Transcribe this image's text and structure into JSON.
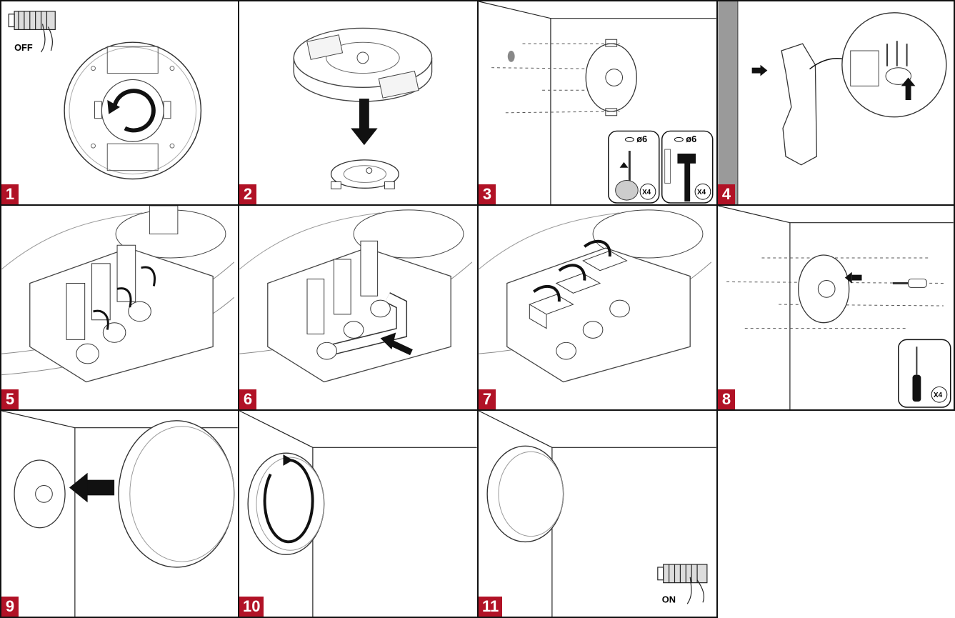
{
  "steps": [
    {
      "number": "1",
      "label": "OFF"
    },
    {
      "number": "2"
    },
    {
      "number": "3",
      "drill_size": "ø6",
      "anchor_size": "ø6",
      "drill_qty": "X4",
      "anchor_qty": "X4"
    },
    {
      "number": "4"
    },
    {
      "number": "5"
    },
    {
      "number": "6"
    },
    {
      "number": "7"
    },
    {
      "number": "8",
      "screw_qty": "X4"
    },
    {
      "number": "9"
    },
    {
      "number": "10"
    },
    {
      "number": "11",
      "label": "ON"
    }
  ],
  "colors": {
    "badge": "#b11226",
    "line": "#111111"
  }
}
